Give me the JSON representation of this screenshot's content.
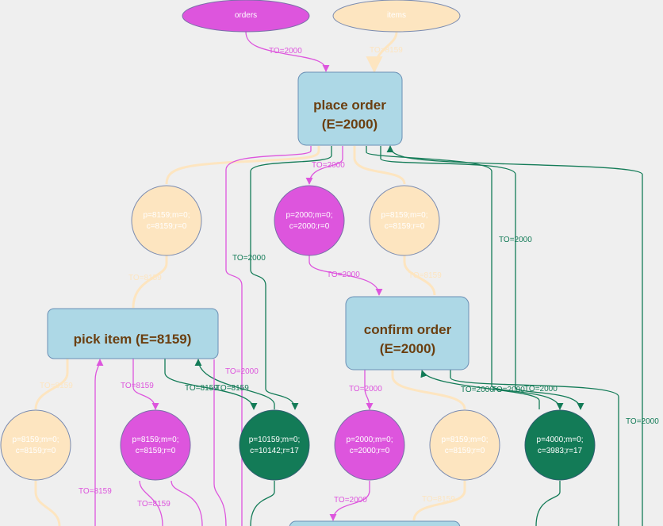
{
  "colors": {
    "magenta": "#dd55dd",
    "peach": "#fde5c0",
    "green": "#137b57",
    "transition_fill": "#add8e6",
    "transition_text": "#6b3f10",
    "background": "#efefef"
  },
  "inputs": {
    "orders": "orders",
    "items": "items"
  },
  "transitions": {
    "place_order": [
      "place order",
      "(E=2000)"
    ],
    "pick_item": [
      "pick item (E=8159)"
    ],
    "confirm_order": [
      "confirm order",
      "(E=2000)"
    ]
  },
  "places": {
    "p1": [
      "p=8159;m=0;",
      "c=8159;r=0"
    ],
    "p2": [
      "p=2000;m=0;",
      "c=2000;r=0"
    ],
    "p3": [
      "p=8159;m=0;",
      "c=8159;r=0"
    ],
    "p4": [
      "p=8159;m=0;",
      "c=8159;r=0"
    ],
    "p5": [
      "p=8159;m=0;",
      "c=8159;r=0"
    ],
    "p6": [
      "p=10159;m=0;",
      "c=10142;r=17"
    ],
    "p7": [
      "p=2000;m=0;",
      "c=2000;r=0"
    ],
    "p8": [
      "p=8159;m=0;",
      "c=8159;r=0"
    ],
    "p9": [
      "p=4000;m=0;",
      "c=3983;r=17"
    ]
  },
  "edge_labels": {
    "orders_in": "TO=2000",
    "items_in": "TO=8159",
    "po_to_p2": "TO=2000",
    "green_long_left": "TO=2000",
    "green_long_right": "TO=2000",
    "p2_to_co": "TO=2000",
    "p1_to_pi": "TO=8159",
    "p3_to_co": "TO=8159",
    "magenta_long": "TO=2000",
    "pi_to_p4": "TO=8159",
    "pi_to_p5": "TO=8159",
    "pi_to_p6": "TO=8159",
    "pi_to_p6_b": "TO=8159",
    "co_to_p7": "TO=2000",
    "co_to_p9": "TO=2000",
    "co_to_p9_b": "TO=2000",
    "co_to_p9_c": "TO=2000",
    "far_right": "TO=2000",
    "p5_down_a": "TO=8159",
    "p5_down_b": "TO=8159",
    "p7_down": "TO=2000",
    "p8_down": "TO=8159"
  }
}
